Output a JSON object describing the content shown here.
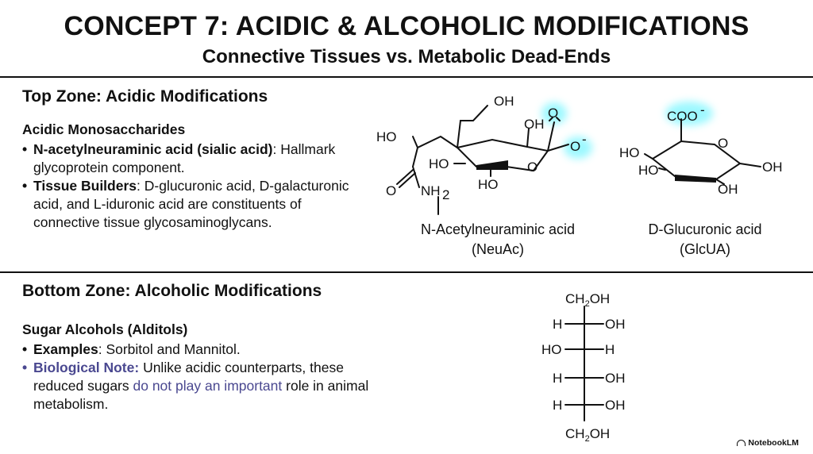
{
  "header": {
    "title": "CONCEPT 7: ACIDIC & ALCOHOLIC MODIFICATIONS",
    "subtitle": "Connective Tissues vs. Metabolic Dead-Ends"
  },
  "top_zone": {
    "heading": "Top Zone: Acidic Modifications",
    "subheading": "Acidic Monosaccharides",
    "bullets": [
      {
        "bold": "N-acetylneuraminic acid (sialic acid)",
        "rest": ": Hallmark glycoprotein component."
      },
      {
        "bold": "Tissue Builders",
        "rest": ": D-glucuronic acid, D-galacturonic acid, and L-iduronic acid are constituents of connective tissue glycosaminoglycans."
      }
    ],
    "structures": {
      "neuac": {
        "caption_line1": "N-Acetylneuraminic acid",
        "caption_line2": "(NeuAc)",
        "labels": {
          "oh_top": "OH",
          "ho_left": "HO",
          "o_carbonyl": "O",
          "oh_ring": "OH",
          "o_minus": "O",
          "charge": "-",
          "ho_ring": "HO",
          "ho_bottom": "HO",
          "o_ring": "O",
          "o_amide": "O",
          "nh": "NH",
          "nh_sub": "2"
        }
      },
      "glcua": {
        "caption_line1": "D-Glucuronic acid",
        "caption_line2": "(GlcUA)",
        "labels": {
          "coo": "COO",
          "charge": "-",
          "o_ring": "O",
          "ho_1": "HO",
          "ho_2": "HO",
          "oh_right": "OH",
          "oh_bottom": "OH"
        }
      }
    }
  },
  "bottom_zone": {
    "heading": "Bottom Zone: Alcoholic Modifications",
    "subheading": "Sugar Alcohols (Alditols)",
    "bullet1": {
      "bold": "Examples",
      "rest": ": Sorbitol and Mannitol."
    },
    "bullet2": {
      "lead": "Biological Note:",
      "mid": " Unlike acidic counterparts, these reduced sugars ",
      "highlight": "do not play an important",
      "tail": " role in animal metabolism."
    },
    "fischer": {
      "top": "CH",
      "top_sub": "2",
      "top_tail": "OH",
      "rows": [
        {
          "left": "H",
          "right": "OH"
        },
        {
          "left": "HO",
          "right": "H"
        },
        {
          "left": "H",
          "right": "OH"
        },
        {
          "left": "H",
          "right": "OH"
        }
      ],
      "bottom": "CH",
      "bottom_sub": "2",
      "bottom_tail": "OH"
    }
  },
  "branding": {
    "name": "NotebookLM"
  },
  "colors": {
    "highlight_glow": "#4ef3ff",
    "note_purple": "#4a4890"
  }
}
